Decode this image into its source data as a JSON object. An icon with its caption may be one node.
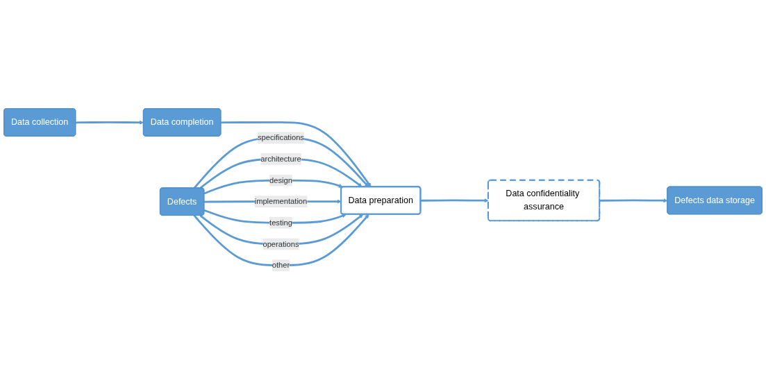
{
  "diagram": {
    "nodes": [
      {
        "text": [
          "Data collection"
        ]
      },
      {
        "text": [
          "Data completion"
        ]
      },
      {
        "text": [
          "Defects"
        ]
      },
      {
        "text": [
          "Data preparation"
        ]
      },
      {
        "text": [
          "Data confidentiality assurance"
        ]
      },
      {
        "text": [
          "Defects data storage"
        ]
      }
    ],
    "edges": [
      {
        "from": 0,
        "to": 1,
        "arrow": "to"
      },
      {
        "from": 1,
        "to": 3,
        "arrow": "to"
      },
      {
        "from": 2,
        "to": 3,
        "label": "specifications",
        "arrow": "to"
      },
      {
        "from": 2,
        "to": 3,
        "label": "architecture",
        "arrow": "to"
      },
      {
        "from": 2,
        "to": 3,
        "label": "design",
        "arrow": "to"
      },
      {
        "from": 2,
        "to": 3,
        "label": "implementation",
        "arrow": "to"
      },
      {
        "from": 2,
        "to": 3,
        "label": "testing",
        "arrow": "to"
      },
      {
        "from": 2,
        "to": 3,
        "label": "operations",
        "arrow": "to"
      },
      {
        "from": 2,
        "to": 3,
        "label": "other",
        "arrow": "to"
      },
      {
        "from": 3,
        "to": 4,
        "arrow": "to"
      },
      {
        "from": 4,
        "to": 5,
        "arrow": "to"
      }
    ]
  }
}
